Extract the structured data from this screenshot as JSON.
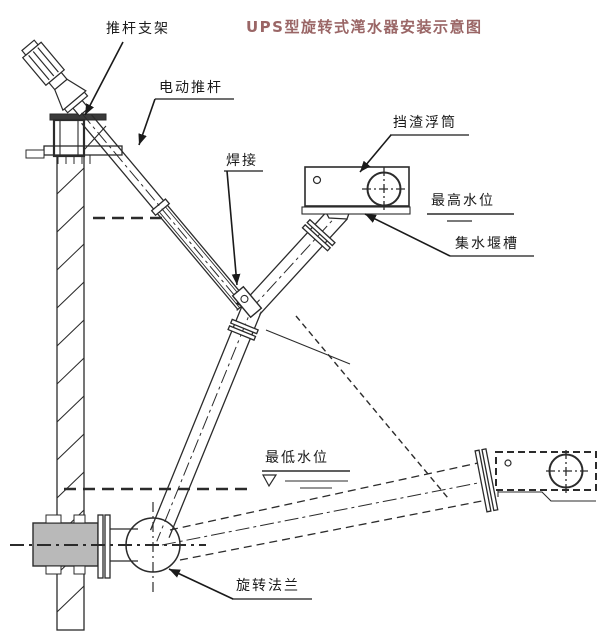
{
  "diagram": {
    "title": "UPS型旋转式滗水器安装示意图",
    "labels": {
      "pushrod_bracket": "推杆支架",
      "electric_pushrod": "电动推杆",
      "weld": "焊接",
      "scum_float": "挡渣浮筒",
      "highest_water_level": "最高水位",
      "collecting_weir": "集水堰槽",
      "lowest_water_level": "最低水位",
      "rotating_flange": "旋转法兰"
    },
    "colors": {
      "line": "#2b2b2b",
      "title": "#9a6666",
      "block_fill": "#b9b9b9",
      "background": "#ffffff"
    }
  }
}
